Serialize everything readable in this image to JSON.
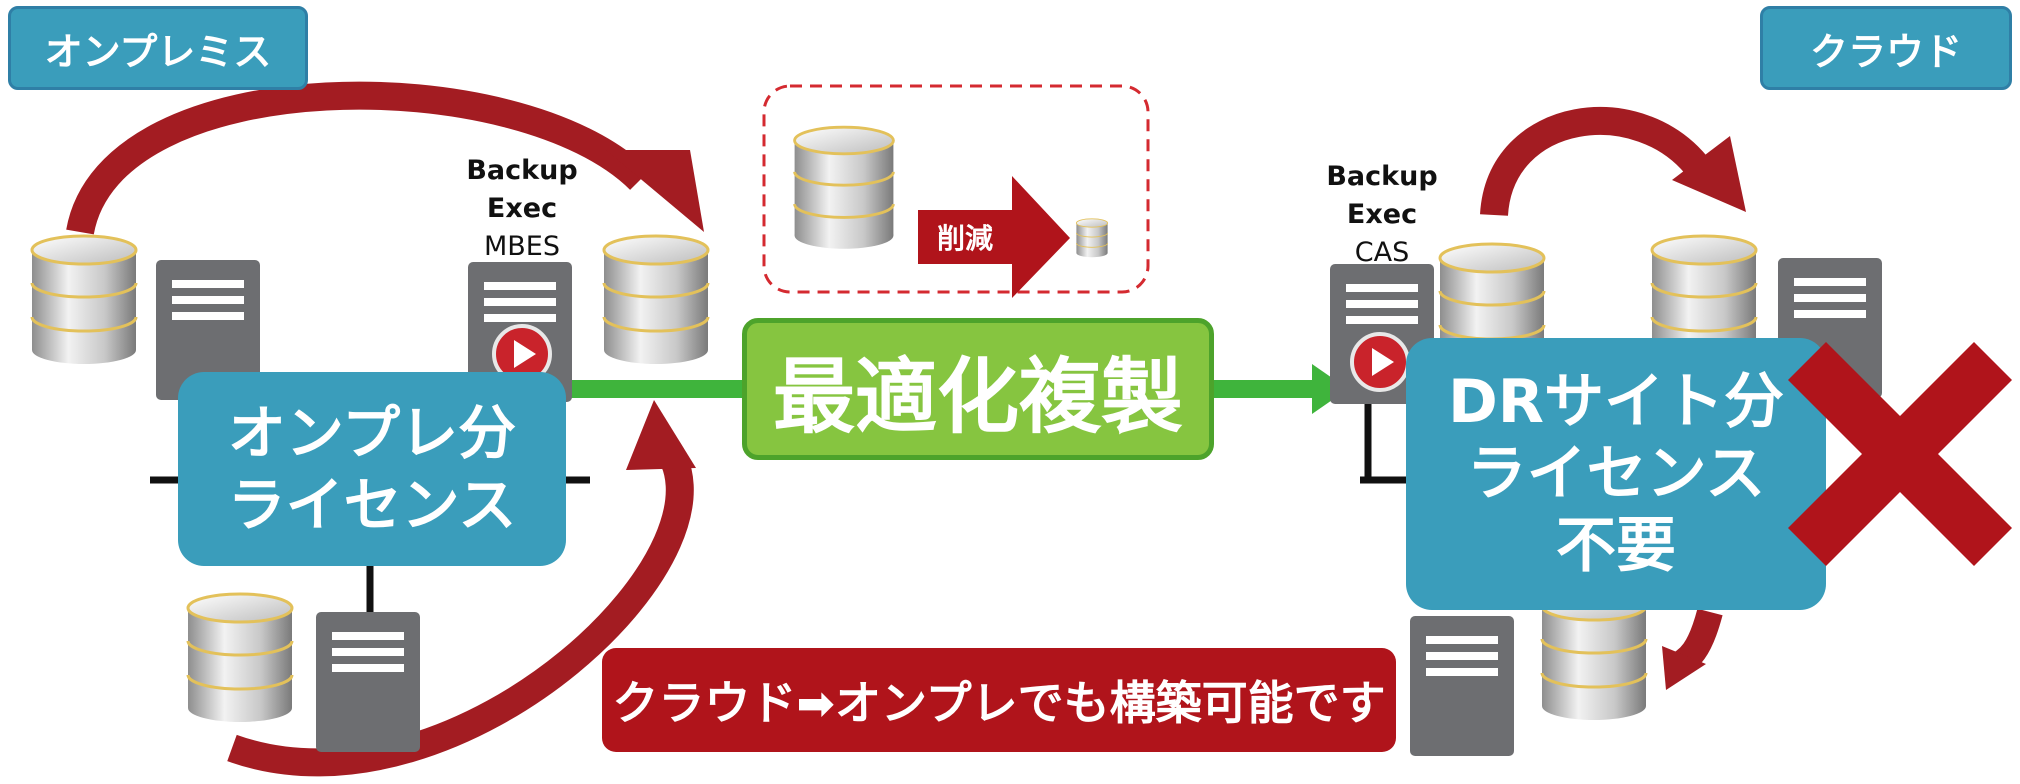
{
  "tags": {
    "onprem": "オンプレミス",
    "cloud": "クラウド"
  },
  "server_labels": {
    "mbes": [
      "Backup",
      "Exec",
      "MBES"
    ],
    "cas": [
      "Backup",
      "Exec",
      "CAS"
    ]
  },
  "reduce_label": "削減",
  "replication_label": "最適化複製",
  "onprem_license": [
    "オンプレ分",
    "ライセンス"
  ],
  "dr_license": [
    "DRサイト分",
    "ライセンス",
    "不要"
  ],
  "footer_note": "クラウド➡オンプレでも構築可能です",
  "colors": {
    "teal": "#3a9dbb",
    "green": "#86c540",
    "dark_red": "#b0141b",
    "arrow_red": "#a31c22",
    "server_gray": "#6d6e71"
  }
}
